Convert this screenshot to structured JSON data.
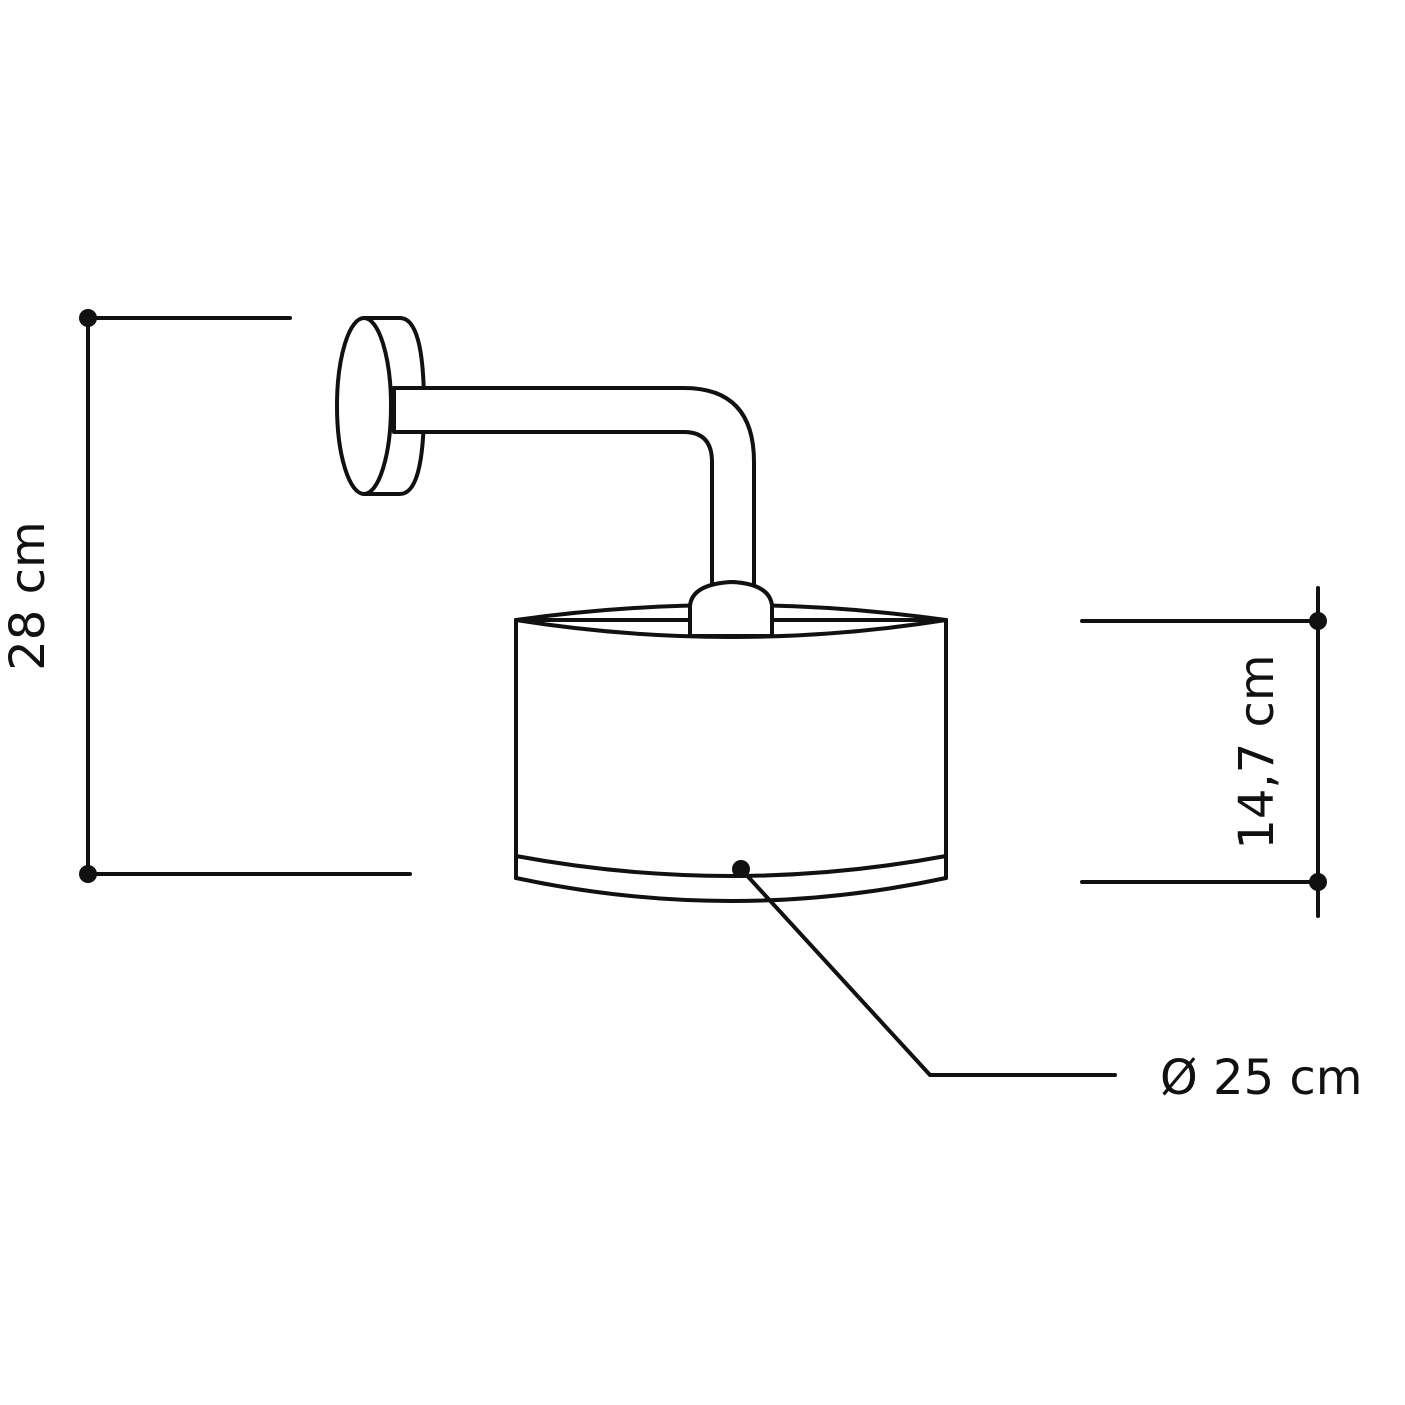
{
  "dimensions": {
    "height_total": "28 cm",
    "height_shade": "14,7 cm",
    "diameter_shade": "Ø 25 cm"
  },
  "colors": {
    "line": "#111111",
    "background": "#ffffff"
  }
}
